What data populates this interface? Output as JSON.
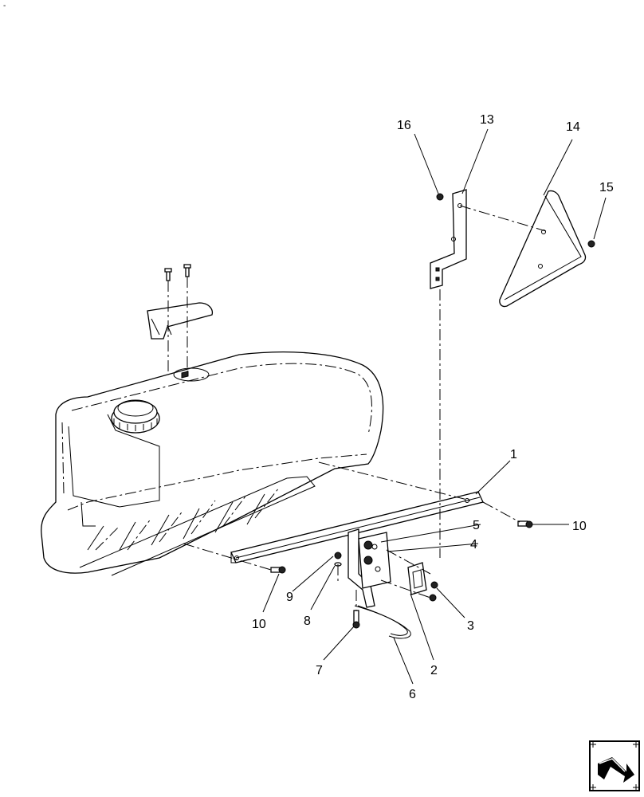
{
  "corner_mark": "-",
  "callouts": {
    "c1": "1",
    "c2": "2",
    "c3": "3",
    "c4": "4",
    "c5": "5",
    "c6": "6",
    "c7": "7",
    "c8": "8",
    "c9": "9",
    "c10a": "10",
    "c10b": "10",
    "c13": "13",
    "c14": "14",
    "c15": "15",
    "c16": "16"
  },
  "nav_icon": "next-page-arrow-icon"
}
